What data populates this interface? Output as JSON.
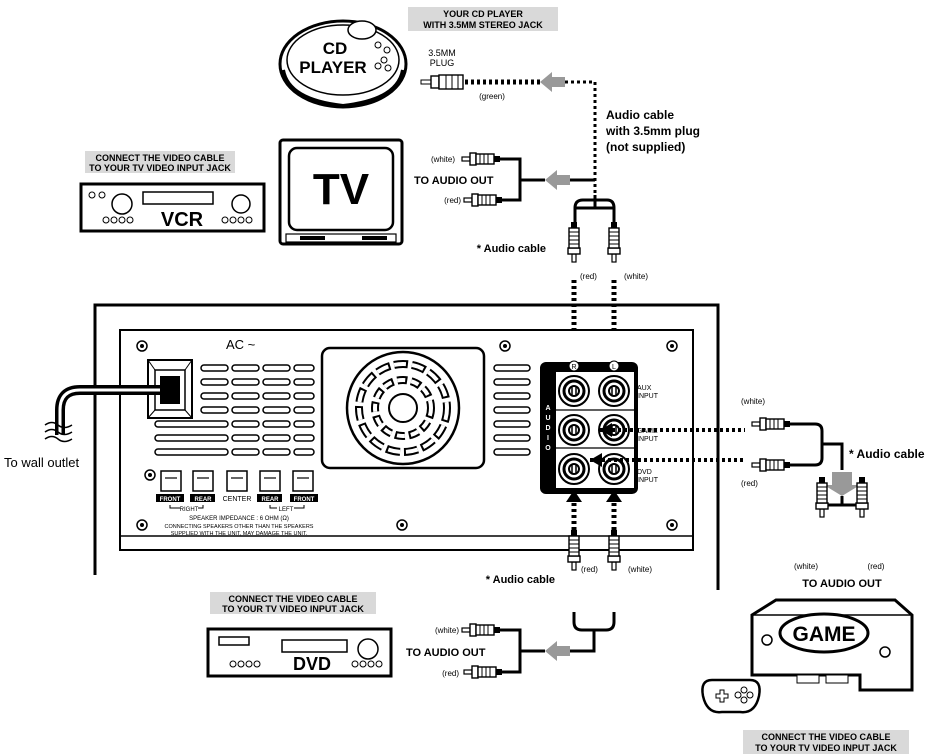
{
  "cd_player": {
    "header_line1": "YOUR CD PLAYER",
    "header_line2": "WITH 3.5MM STEREO JACK",
    "label_line1": "CD",
    "label_line2": "PLAYER",
    "plug_line1": "3.5MM",
    "plug_line2": "PLUG",
    "plug_color": "(green)"
  },
  "cable_3_5mm": {
    "line1": "Audio cable",
    "line2": "with 3.5mm plug",
    "line3": "(not supplied)"
  },
  "vcr": {
    "header_line1": "CONNECT THE VIDEO CABLE",
    "header_line2": "TO YOUR TV VIDEO INPUT JACK",
    "label": "VCR"
  },
  "tv": {
    "label": "TV",
    "white": "(white)",
    "red": "(red)",
    "audio_out": "TO AUDIO OUT"
  },
  "top_cable": {
    "label": "* Audio  cable",
    "red": "(red)",
    "white": "(white)"
  },
  "unit": {
    "ac_label": "AC ~",
    "wall_outlet": "To wall outlet",
    "jack_r": "R",
    "jack_l": "L",
    "audio_vertical": [
      "A",
      "U",
      "D",
      "I",
      "O"
    ],
    "aux_line1": "AUX",
    "aux_line2": "INPUT",
    "game_line1": "GAME",
    "game_line2": "INPUT",
    "dvd_line1": "DVD",
    "dvd_line2": "INPUT",
    "speakers": [
      "FRONT",
      "REAR",
      "CENTER",
      "REAR",
      "FRONT"
    ],
    "right_label": "RIGHT",
    "left_label": "LEFT",
    "impedance": "SPEAKER IMPEDANCE : 6 OHM (Ω)",
    "warning_line1": "CONNECTING SPEAKERS OTHER THAN THE SPEAKERS",
    "warning_line2": "SUPPLIED WITH THE UNIT, MAY DAMAGE THE UNIT."
  },
  "game": {
    "white_top": "(white)",
    "red_top": "(red)",
    "cable_label": "* Audio  cable",
    "white_bottom": "(white)",
    "red_bottom": "(red)",
    "audio_out": "TO AUDIO OUT",
    "label": "GAME",
    "footer_line1": "CONNECT THE VIDEO CABLE",
    "footer_line2": "TO YOUR TV VIDEO INPUT JACK"
  },
  "dvd": {
    "header_line1": "CONNECT THE VIDEO CABLE",
    "header_line2": "TO YOUR TV VIDEO INPUT JACK",
    "label": "DVD",
    "white": "(white)",
    "red": "(red)",
    "audio_out": "TO AUDIO OUT"
  },
  "bottom_cable": {
    "label": "* Audio  cable",
    "red": "(red)",
    "white": "(white)"
  }
}
